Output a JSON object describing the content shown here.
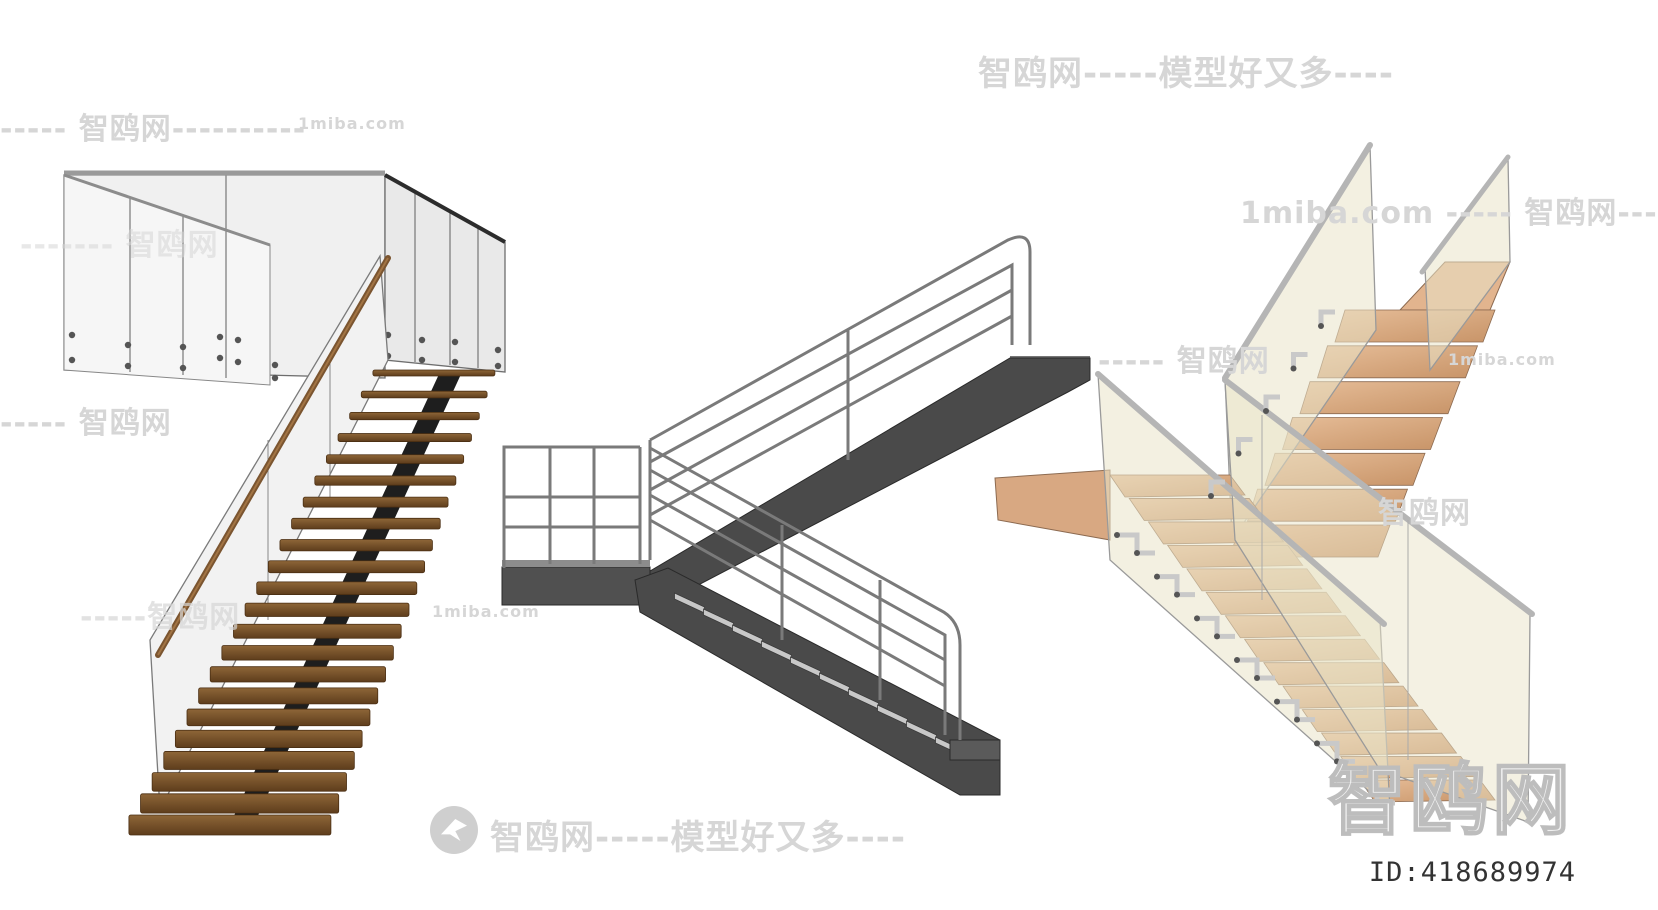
{
  "watermarks": {
    "top_right": "智鸥网-----模型好又多----",
    "top_left": "----- 智鸥网----------",
    "top_left_domain": "1miba.com",
    "mid_left": "------- 智鸥网",
    "center_left": "----- 智鸥网",
    "lower_left": "-----智鸥网",
    "lower_left_domain": "1miba.com",
    "right_mid": "----- 智鸥网",
    "right_mid_domain": "1miba.com",
    "right_top": "1miba.com ----- 智鸥网---",
    "right_lower": "智鸥网",
    "bottom_center": "智鸥网-----模型好又多----",
    "big_corner": "智鸥网"
  },
  "image_id": "ID:418689974",
  "colors": {
    "steel_dark": "#4a4a4a",
    "steel_mid": "#767676",
    "rail_grey": "#8a8a8a",
    "wood_dark": "#7a5530",
    "wood_light": "#dcae88",
    "glass": "#ecebe3",
    "watermark": "#d6d6d6"
  }
}
